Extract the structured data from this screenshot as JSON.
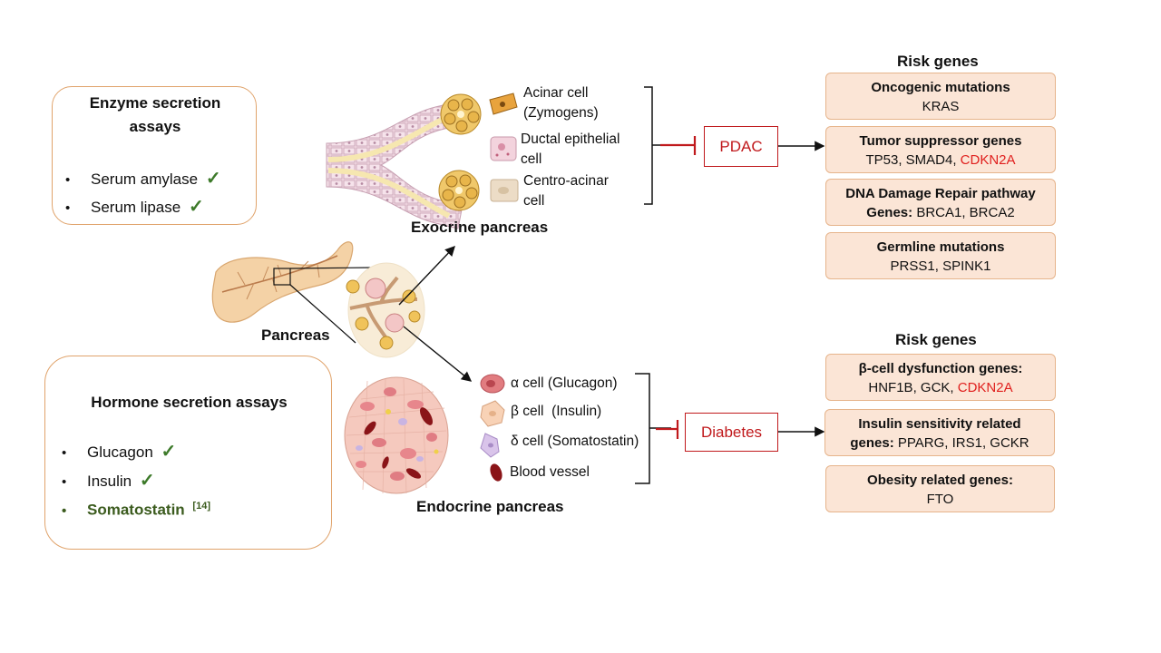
{
  "enzyme_panel": {
    "title": "Enzyme secretion assays",
    "items": [
      {
        "label": "Serum amylase",
        "check": "✓"
      },
      {
        "label": "Serum lipase",
        "check": "✓"
      }
    ]
  },
  "hormone_panel": {
    "title": "Hormone secretion assays",
    "items": [
      {
        "label": "Glucagon",
        "check": "✓"
      },
      {
        "label": "Insulin",
        "check": "✓"
      },
      {
        "label": "Somatostatin",
        "ref": "[14]"
      }
    ]
  },
  "labels": {
    "pancreas": "Pancreas",
    "exocrine": "Exocrine pancreas",
    "endocrine": "Endocrine pancreas"
  },
  "exocrine_cells": [
    {
      "text1": "Acinar cell",
      "text2": "(Zymogens)"
    },
    {
      "text1": "Ductal epithelial",
      "text2": "cell"
    },
    {
      "text1": "Centro-acinar",
      "text2": "cell"
    }
  ],
  "endocrine_cells": [
    {
      "text": "α cell (Glucagon)"
    },
    {
      "text": "β cell  (Insulin)"
    },
    {
      "text": "δ cell (Somatostatin)"
    },
    {
      "text": "Blood vessel"
    }
  ],
  "diseases": {
    "pdac": "PDAC",
    "diabetes": "Diabetes"
  },
  "risk_genes_title": "Risk genes",
  "pdac_genes": [
    {
      "title": "Oncogenic mutations",
      "line": "KRAS"
    },
    {
      "title": "Tumor suppressor genes",
      "line": "TP53, SMAD4, ",
      "red": "CDKN2A"
    },
    {
      "title": "DNA Damage Repair pathway",
      "bold2": "Genes:",
      "line": " BRCA1, BRCA2"
    },
    {
      "title": "Germline mutations",
      "line": "PRSS1, SPINK1"
    }
  ],
  "diabetes_genes": [
    {
      "title": "β-cell dysfunction genes:",
      "line": "HNF1B, GCK, ",
      "red": "CDKN2A"
    },
    {
      "title": "Insulin sensitivity related",
      "bold2": "genes:",
      "line": " PPARG, IRS1, GCKR"
    },
    {
      "title": "Obesity related genes:",
      "line": "FTO"
    }
  ],
  "colors": {
    "accent_border": "#e0a36b",
    "gene_fill": "#fbe5d6",
    "disease_red": "#c0191c",
    "check_green": "#3d7a2a"
  }
}
